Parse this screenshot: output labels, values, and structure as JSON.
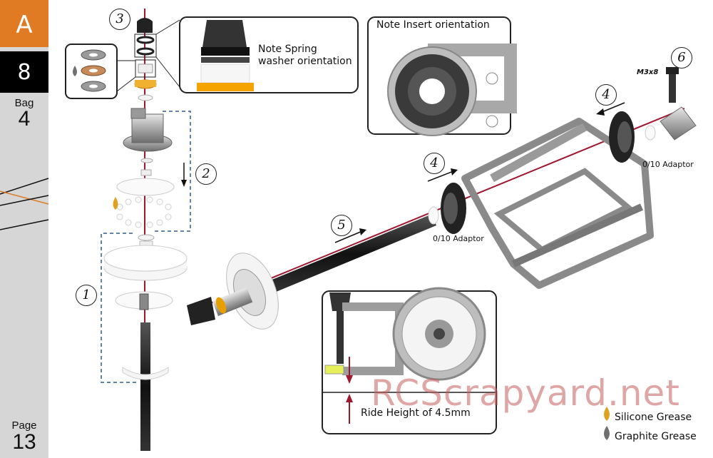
{
  "sidebar": {
    "section": "A",
    "step": "8",
    "bag_label": "Bag",
    "bag_number": "4",
    "page_label": "Page",
    "page_number": "13"
  },
  "callouts": {
    "spring_washer": "Note Spring washer orientation",
    "spring_washer_line1": "Note Spring",
    "spring_washer_line2": "washer orientation",
    "insert_orientation": "Note Insert orientation",
    "ride_height": "Ride Height of 4.5mm"
  },
  "steps": [
    "1",
    "2",
    "3",
    "4",
    "4",
    "5",
    "6"
  ],
  "labels": {
    "screw": "M3x8",
    "adaptor_right": "0/10 Adaptor",
    "adaptor_left": "0/10 Adaptor"
  },
  "watermark": "RCScrapyard.net",
  "legend": {
    "silicone": "Silicone Grease",
    "graphite": "Graphite Grease"
  },
  "colors": {
    "section_accent": "#e07b24",
    "step_box": "#000000",
    "axis_line": "#a01830",
    "silicone_grease": "#e0a020",
    "graphite_grease": "#707070",
    "dashed_group": "#2f5d8c"
  }
}
